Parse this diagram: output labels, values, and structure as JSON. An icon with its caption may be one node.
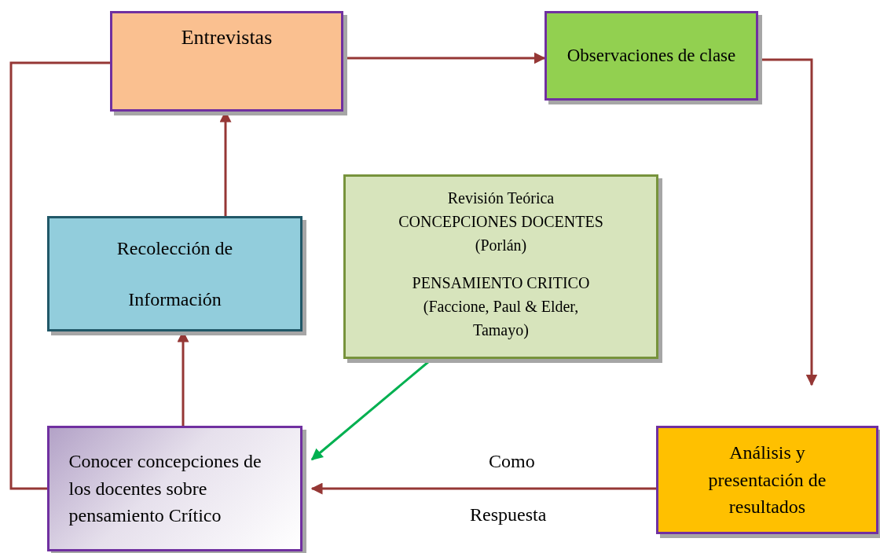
{
  "diagram": {
    "nodes": [
      {
        "text": [
          "Entrevistas"
        ]
      },
      {
        "text": [
          "Observaciones de clase"
        ]
      },
      {
        "text": [
          "Recolección de Información"
        ]
      },
      {
        "text": [
          "Revisión Teórica CONCEPCIONES DOCENTES (Porlán)",
          "PENSAMIENTO CRITICO (Faccione, Paul & Elder, Tamayo)"
        ]
      },
      {
        "text": [
          "Conocer concepciones de los docentes sobre pensamiento Crítico"
        ]
      },
      {
        "text": [
          "Análisis y presentación de resultados"
        ]
      }
    ],
    "edges": [
      {
        "from": 0,
        "to": 1,
        "arrow": "to"
      },
      {
        "from": 1,
        "to": 5,
        "arrow": "to"
      },
      {
        "from": 5,
        "to": 4,
        "arrow": "to",
        "label": "Como"
      },
      {
        "from": 4,
        "to": 2,
        "arrow": "to"
      },
      {
        "from": 2,
        "to": 0,
        "arrow": "to"
      },
      {
        "from": 4,
        "to": 0,
        "arrow": "none"
      },
      {
        "from": 3,
        "to": 4,
        "arrow": "to",
        "color": "#00b050"
      }
    ],
    "labels": [
      "Respuesta"
    ]
  }
}
